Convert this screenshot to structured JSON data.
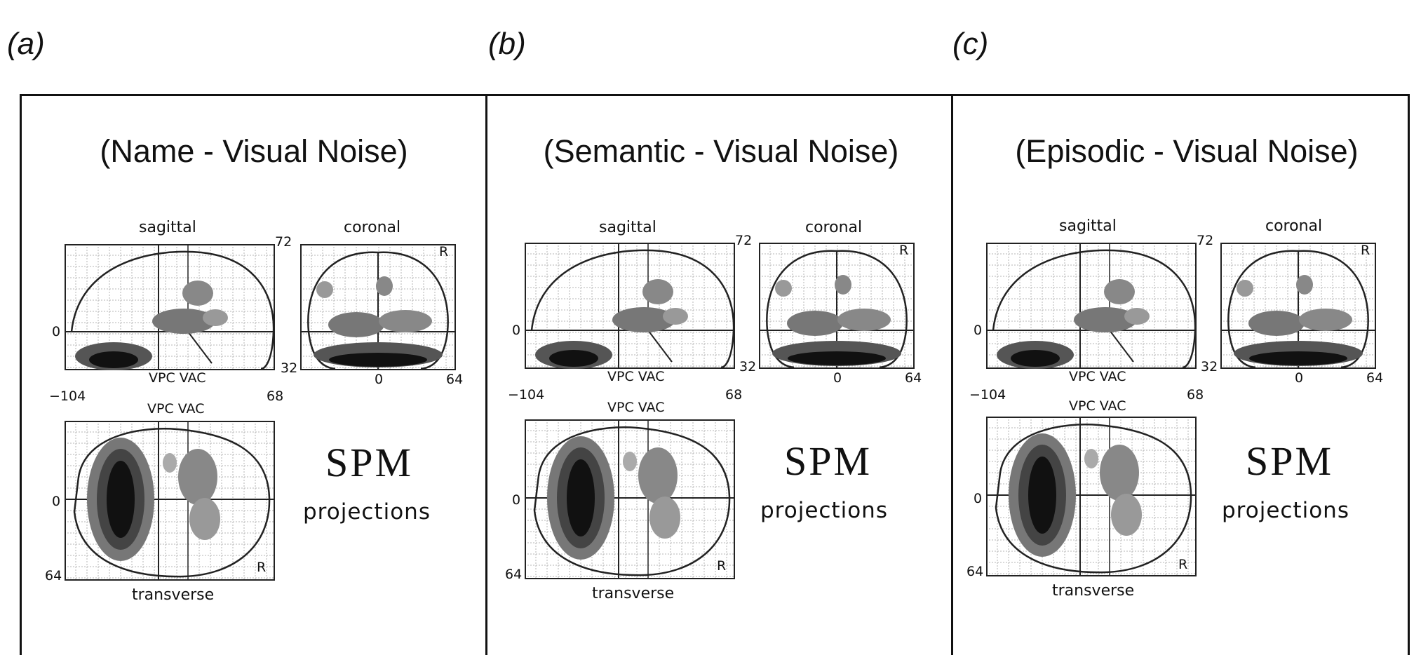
{
  "panels": [
    {
      "label": "(a)",
      "title": "(Name  -  Visual Noise)",
      "sagittal_title": "sagittal",
      "coronal_title": "coronal",
      "transverse_title": "transverse",
      "axes": {
        "sag_y_top": "72",
        "sag_y_zero": "0",
        "sag_y_bottom": "32",
        "sag_x_left": "−104",
        "sag_x_right": "68",
        "sag_vpc_vac": "VPC VAC",
        "cor_r": "R",
        "cor_x_zero": "0",
        "cor_x_right": "64",
        "tra_vpc_vac": "VPC VAC",
        "tra_y_zero": "0",
        "tra_y_bottom": "64",
        "tra_r": "R"
      },
      "spm": "SPM",
      "projections": "projections"
    },
    {
      "label": "(b)",
      "title": "(Semantic  -  Visual Noise)",
      "sagittal_title": "sagittal",
      "coronal_title": "coronal",
      "transverse_title": "transverse",
      "axes": {
        "sag_y_top": "72",
        "sag_y_zero": "0",
        "sag_y_bottom": "32",
        "sag_x_left": "−104",
        "sag_x_right": "68",
        "sag_vpc_vac": "VPC VAC",
        "cor_r": "R",
        "cor_x_zero": "0",
        "cor_x_right": "64",
        "tra_vpc_vac": "VPC VAC",
        "tra_y_zero": "0",
        "tra_y_bottom": "64",
        "tra_r": "R"
      },
      "spm": "SPM",
      "projections": "projections"
    },
    {
      "label": "(c)",
      "title": "(Episodic  -  Visual Noise)",
      "sagittal_title": "sagittal",
      "coronal_title": "coronal",
      "transverse_title": "transverse",
      "axes": {
        "sag_y_top": "72",
        "sag_y_zero": "0",
        "sag_y_bottom": "32",
        "sag_x_left": "−104",
        "sag_x_right": "68",
        "sag_vpc_vac": "VPC VAC",
        "cor_r": "R",
        "cor_x_zero": "0",
        "cor_x_right": "64",
        "tra_vpc_vac": "VPC VAC",
        "tra_y_zero": "0",
        "tra_y_bottom": "64",
        "tra_r": "R"
      },
      "spm": "SPM",
      "projections": "projections"
    }
  ]
}
